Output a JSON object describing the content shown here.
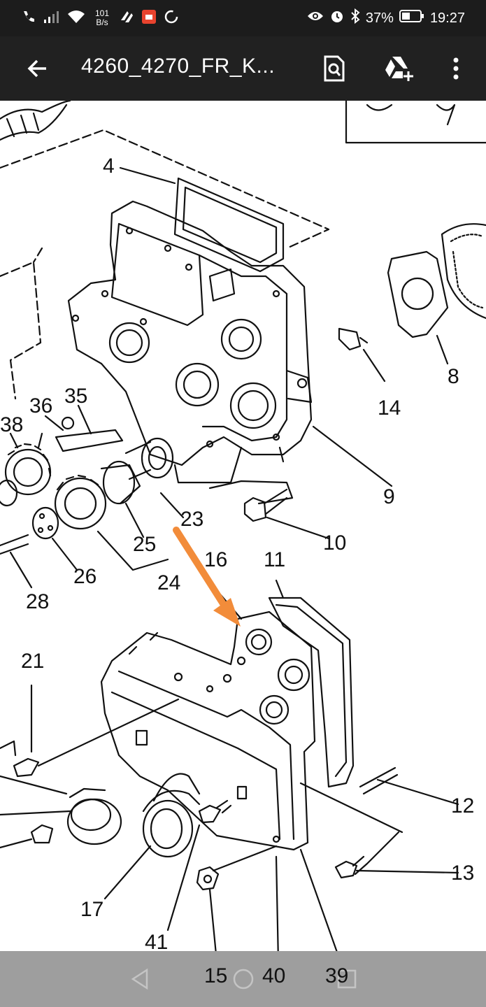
{
  "status": {
    "netspeed_value": "101",
    "netspeed_unit": "B/s",
    "battery": "37%",
    "time": "19:27"
  },
  "toolbar": {
    "title": "4260_4270_FR_K..."
  },
  "diagram": {
    "labels": [
      "4",
      "8",
      "14",
      "9",
      "10",
      "36",
      "35",
      "38",
      "23",
      "25",
      "26",
      "24",
      "28",
      "16",
      "11",
      "21",
      "12",
      "13",
      "17",
      "41",
      "15",
      "40",
      "39"
    ]
  },
  "colors": {
    "status_bg": "#1c1c1c",
    "appbar_bg": "#212121",
    "navbar_bg": "#9e9e9e",
    "arrow": "#f28c3a"
  }
}
